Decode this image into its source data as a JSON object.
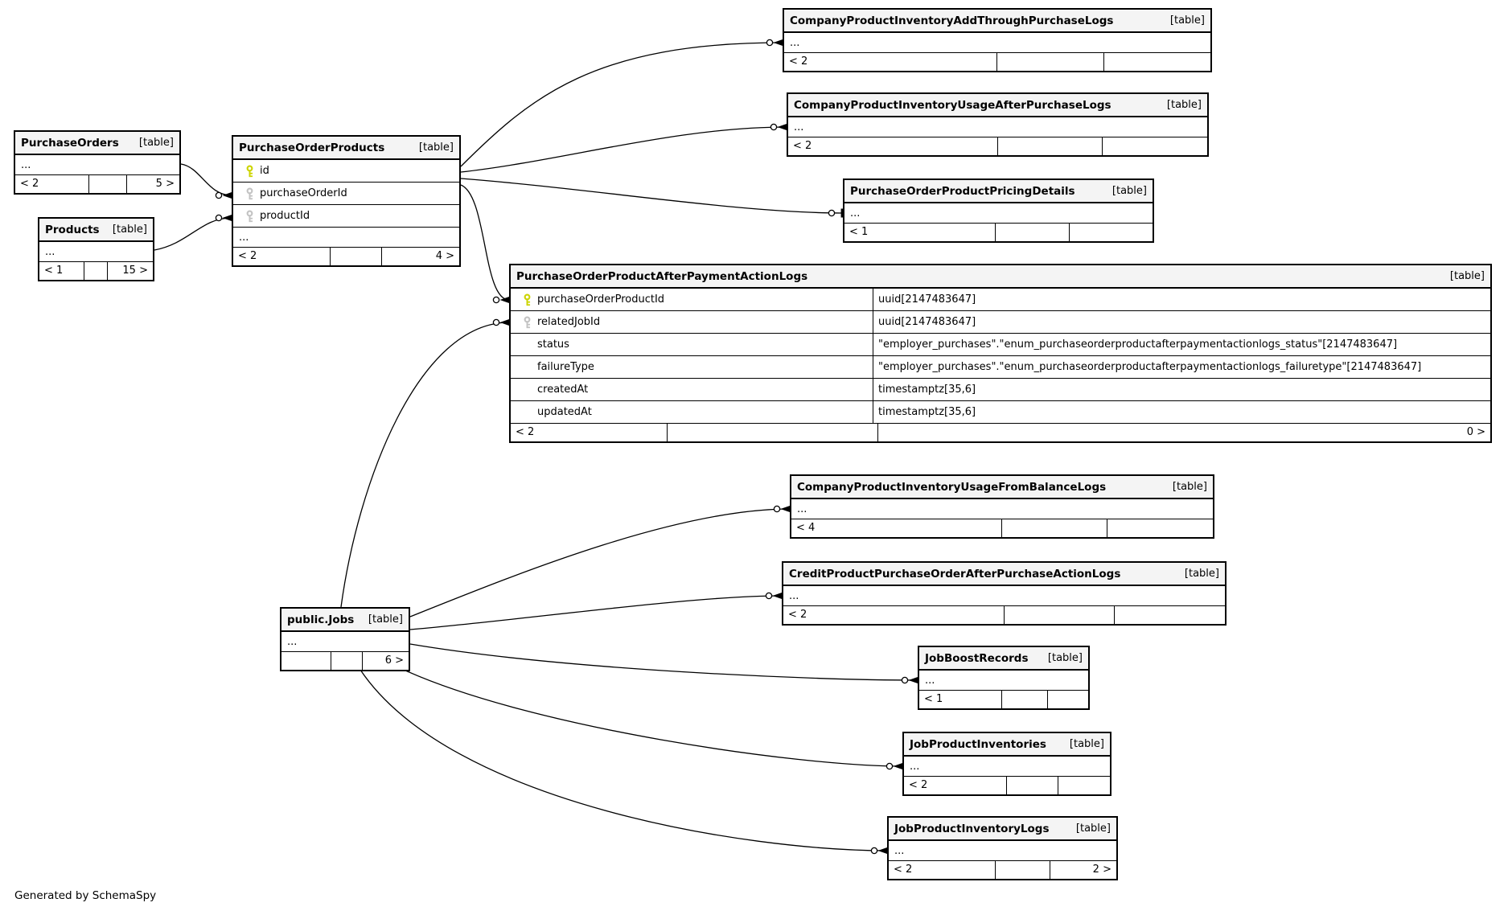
{
  "generated_by": "Generated by SchemaSpy",
  "table_tag": "[table]",
  "ellipsis": "...",
  "colors": {
    "header_bg": "#f4f4f4",
    "border": "#000000",
    "primary_key": "#ccd400",
    "foreign_key": "#c3c3c3",
    "background": "#ffffff"
  },
  "tables": {
    "purchase_orders": {
      "title": "PurchaseOrders",
      "footer": [
        "< 2",
        "",
        "5 >"
      ]
    },
    "products": {
      "title": "Products",
      "footer": [
        "< 1",
        "",
        "15 >"
      ]
    },
    "purchase_order_products": {
      "title": "PurchaseOrderProducts",
      "columns": [
        {
          "name": "id",
          "key": "pk"
        },
        {
          "name": "purchaseOrderId",
          "key": "fk"
        },
        {
          "name": "productId",
          "key": "fk"
        }
      ],
      "footer": [
        "< 2",
        "",
        "4 >"
      ]
    },
    "add_through": {
      "title": "CompanyProductInventoryAddThroughPurchaseLogs",
      "footer": [
        "< 2",
        "",
        ""
      ]
    },
    "usage_after": {
      "title": "CompanyProductInventoryUsageAfterPurchaseLogs",
      "footer": [
        "< 2",
        "",
        ""
      ]
    },
    "pricing_details": {
      "title": "PurchaseOrderProductPricingDetails",
      "footer": [
        "< 1",
        "",
        ""
      ]
    },
    "after_payment": {
      "title": "PurchaseOrderProductAfterPaymentActionLogs",
      "columns": [
        {
          "name": "purchaseOrderProductId",
          "type": "uuid[2147483647]",
          "key": "pk"
        },
        {
          "name": "relatedJobId",
          "type": "uuid[2147483647]",
          "key": "fk"
        },
        {
          "name": "status",
          "type": "\"employer_purchases\".\"enum_purchaseorderproductafterpaymentactionlogs_status\"[2147483647]",
          "key": ""
        },
        {
          "name": "failureType",
          "type": "\"employer_purchases\".\"enum_purchaseorderproductafterpaymentactionlogs_failuretype\"[2147483647]",
          "key": ""
        },
        {
          "name": "createdAt",
          "type": "timestamptz[35,6]",
          "key": ""
        },
        {
          "name": "updatedAt",
          "type": "timestamptz[35,6]",
          "key": ""
        }
      ],
      "footer": [
        "< 2",
        "",
        "0 >"
      ]
    },
    "usage_from_balance": {
      "title": "CompanyProductInventoryUsageFromBalanceLogs",
      "footer": [
        "< 4",
        "",
        ""
      ]
    },
    "credit_product": {
      "title": "CreditProductPurchaseOrderAfterPurchaseActionLogs",
      "footer": [
        "< 2",
        "",
        ""
      ]
    },
    "jobs": {
      "title": "public.Jobs",
      "footer": [
        "",
        "",
        "6 >"
      ]
    },
    "job_boost": {
      "title": "JobBoostRecords",
      "footer": [
        "< 1",
        "",
        ""
      ]
    },
    "job_inventories": {
      "title": "JobProductInventories",
      "footer": [
        "< 2",
        "",
        ""
      ]
    },
    "job_inventory_logs": {
      "title": "JobProductInventoryLogs",
      "footer": [
        "< 2",
        "",
        "2 >"
      ]
    }
  },
  "relationships": [
    {
      "from": "PurchaseOrders",
      "to": "PurchaseOrderProducts.purchaseOrderId"
    },
    {
      "from": "Products",
      "to": "PurchaseOrderProducts.productId"
    },
    {
      "from": "PurchaseOrderProducts",
      "to": "CompanyProductInventoryAddThroughPurchaseLogs"
    },
    {
      "from": "PurchaseOrderProducts",
      "to": "CompanyProductInventoryUsageAfterPurchaseLogs"
    },
    {
      "from": "PurchaseOrderProducts",
      "to": "PurchaseOrderProductPricingDetails"
    },
    {
      "from": "PurchaseOrderProducts",
      "to": "PurchaseOrderProductAfterPaymentActionLogs.purchaseOrderProductId"
    },
    {
      "from": "public.Jobs",
      "to": "PurchaseOrderProductAfterPaymentActionLogs.relatedJobId"
    },
    {
      "from": "public.Jobs",
      "to": "CompanyProductInventoryUsageFromBalanceLogs"
    },
    {
      "from": "public.Jobs",
      "to": "CreditProductPurchaseOrderAfterPurchaseActionLogs"
    },
    {
      "from": "public.Jobs",
      "to": "JobBoostRecords"
    },
    {
      "from": "public.Jobs",
      "to": "JobProductInventories"
    },
    {
      "from": "public.Jobs",
      "to": "JobProductInventoryLogs"
    }
  ]
}
